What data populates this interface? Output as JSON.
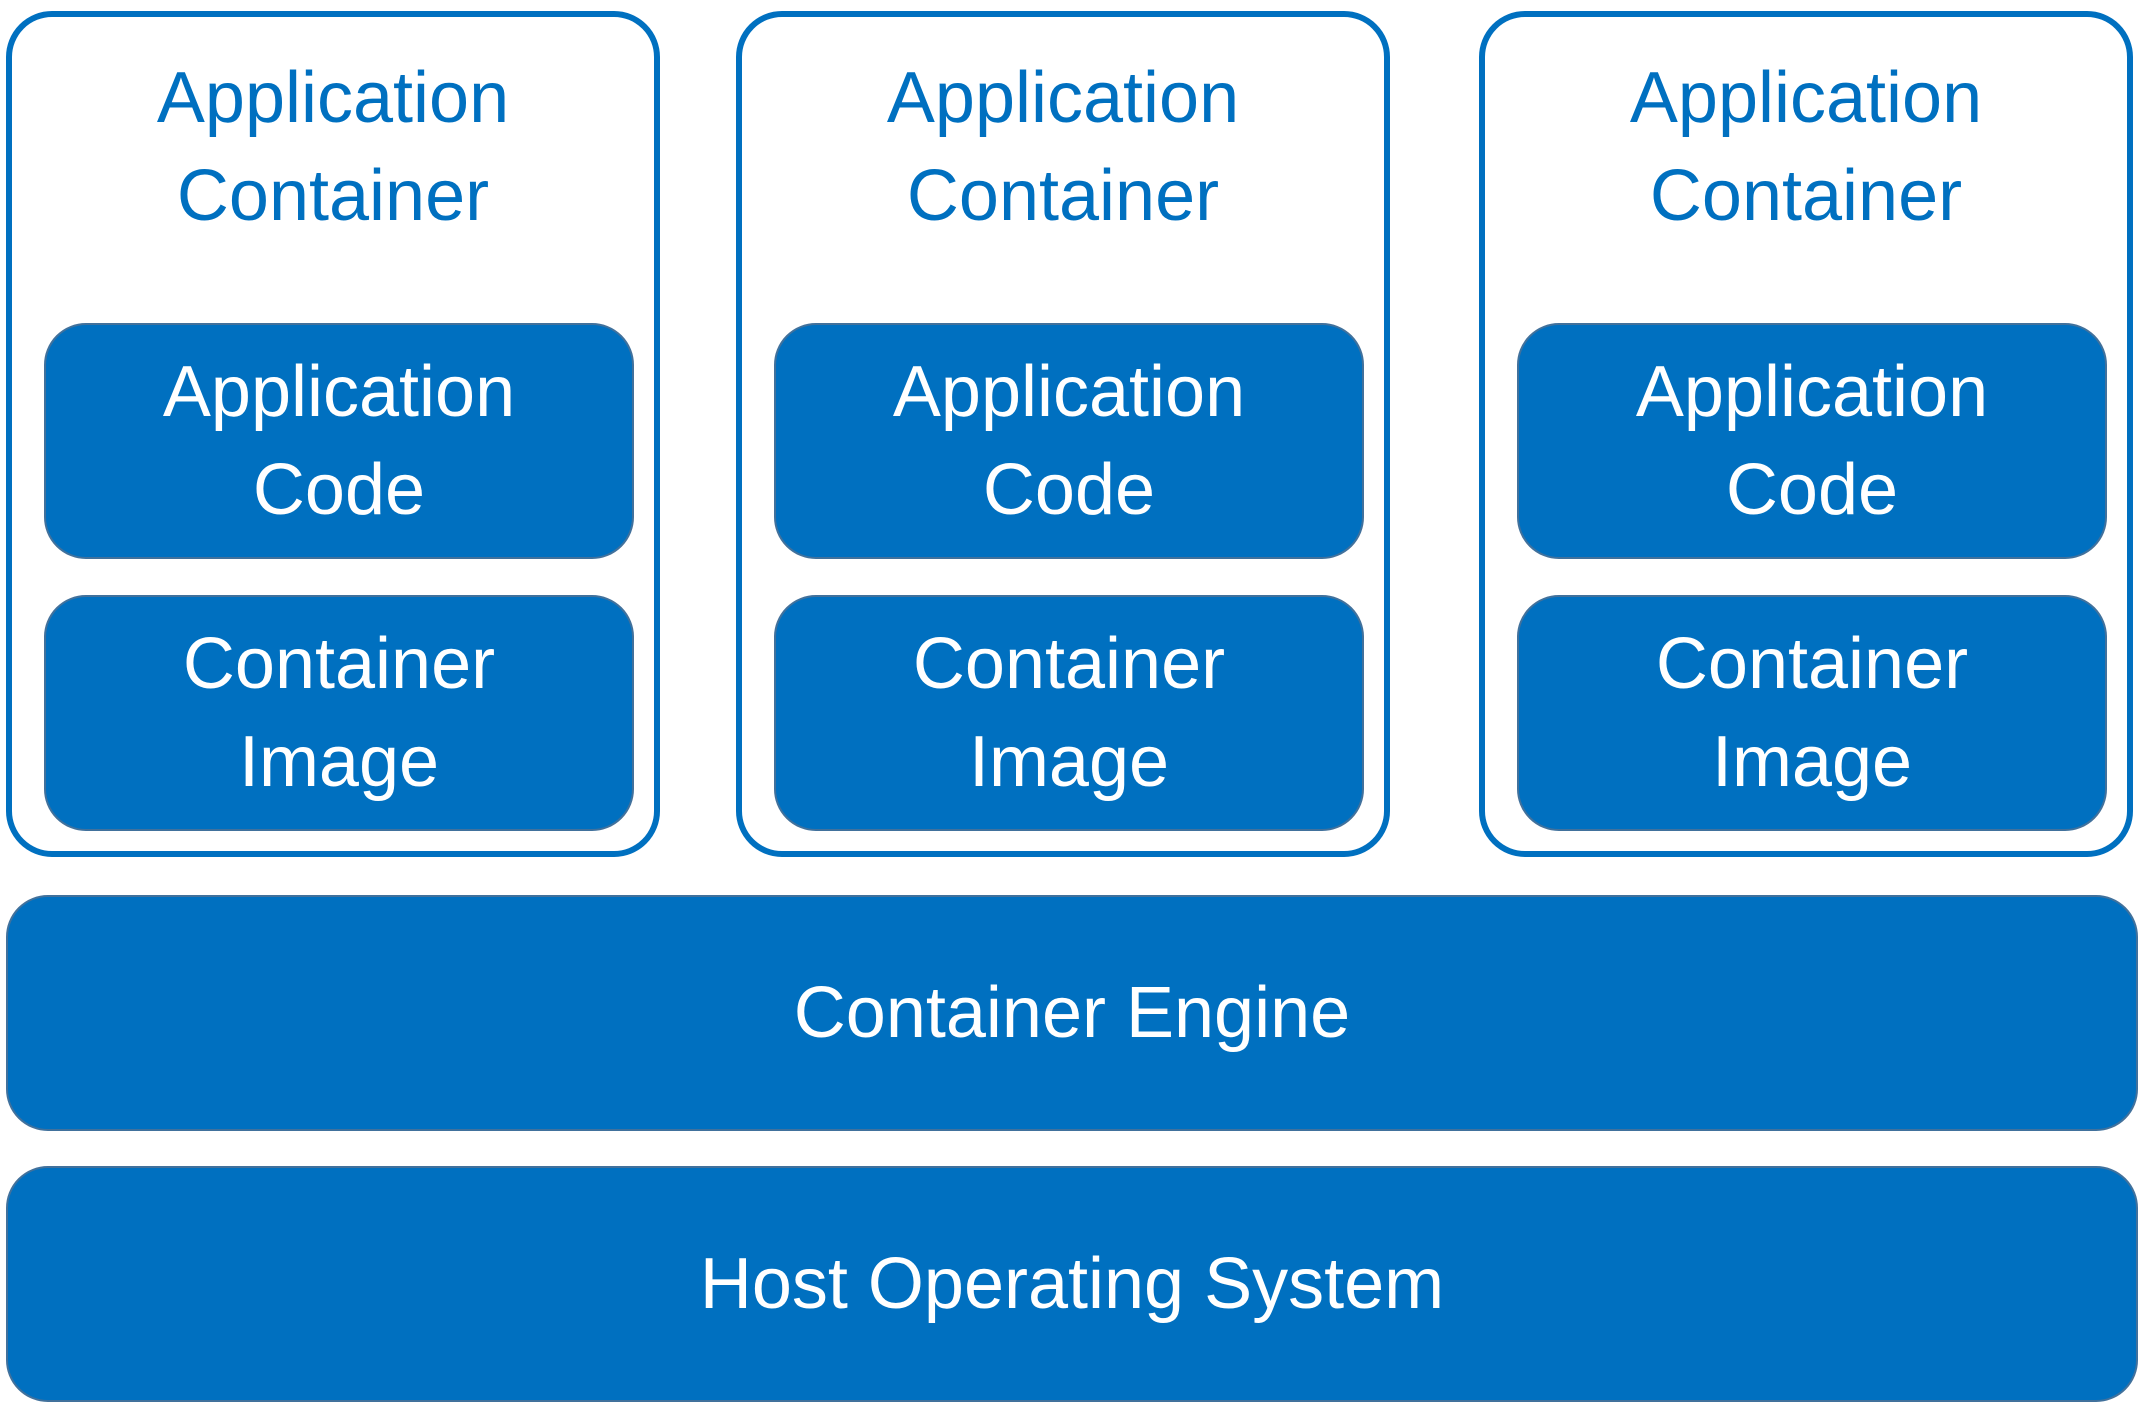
{
  "colors": {
    "accent": "#0070C0",
    "border": "#41719C",
    "text_on_block": "#FFFFFF",
    "background": "#FFFFFF"
  },
  "containers": [
    {
      "title": "Application\nContainer",
      "code_label": "Application\nCode",
      "image_label": "Container\nImage"
    },
    {
      "title": "Application\nContainer",
      "code_label": "Application\nCode",
      "image_label": "Container\nImage"
    },
    {
      "title": "Application\nContainer",
      "code_label": "Application\nCode",
      "image_label": "Container\nImage"
    }
  ],
  "engine": {
    "label": "Container Engine"
  },
  "host": {
    "label": "Host Operating System"
  }
}
